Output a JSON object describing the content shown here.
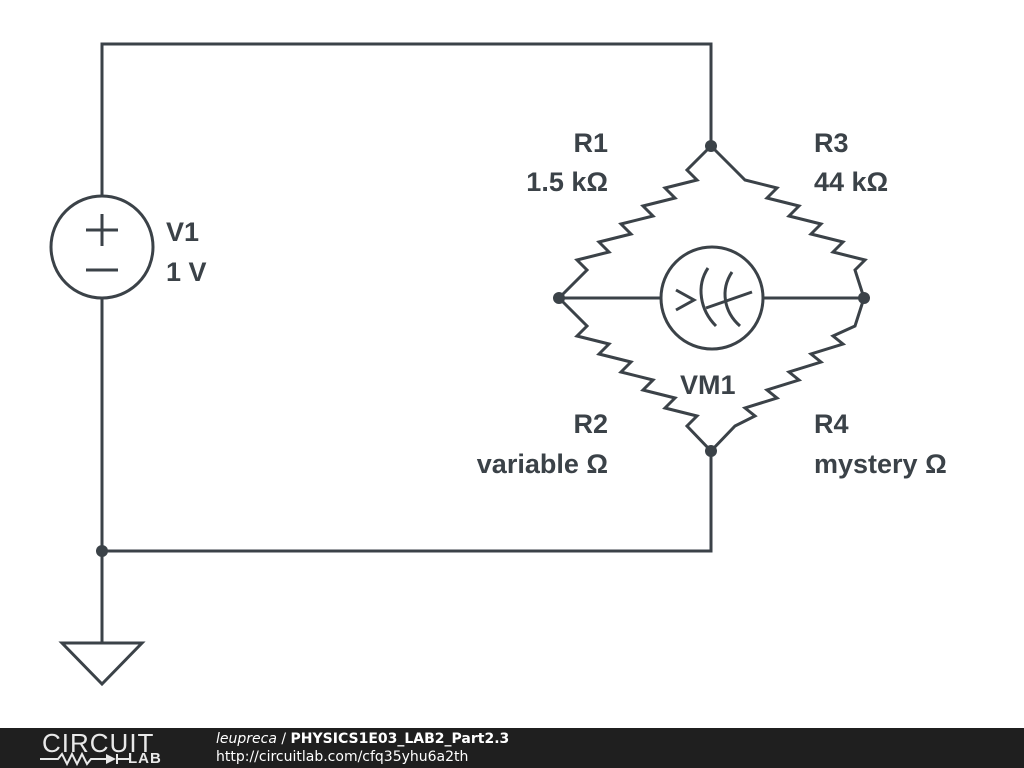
{
  "components": {
    "V1": {
      "name": "V1",
      "value": "1 V"
    },
    "R1": {
      "name": "R1",
      "value": "1.5 kΩ"
    },
    "R2": {
      "name": "R2",
      "value": "variable Ω"
    },
    "R3": {
      "name": "R3",
      "value": "44 kΩ"
    },
    "R4": {
      "name": "R4",
      "value": "mystery Ω"
    },
    "VM1": {
      "name": "VM1"
    }
  },
  "footer": {
    "logo_top": "CIRCUIT",
    "logo_bottom": "LAB",
    "author": "leupreca",
    "separator": " / ",
    "project": "PHYSICS1E03_LAB2_Part2.3",
    "url": "http://circuitlab.com/cfq35yhu6a2th"
  },
  "colors": {
    "ink": "#3b4248",
    "footer_bg": "#1f1f1f"
  }
}
